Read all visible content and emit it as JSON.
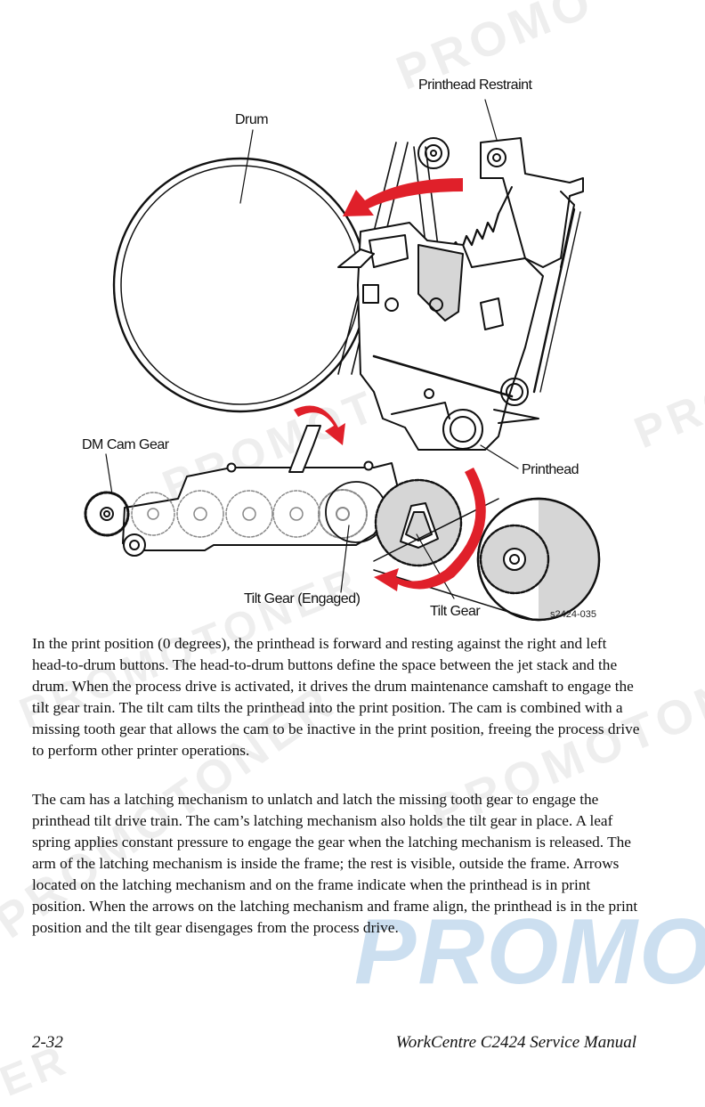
{
  "figure": {
    "labels": {
      "printhead_restraint": "Printhead Restraint",
      "drum": "Drum",
      "dm_cam_gear": "DM Cam Gear",
      "printhead": "Printhead",
      "tilt_gear_engaged": "Tilt Gear (Engaged)",
      "tilt_gear": "Tilt Gear"
    },
    "figure_code": "s2424-035",
    "arrow_color": "#e0202a",
    "gear_fill": "#d6d6d6"
  },
  "body": {
    "paragraphs": [
      "In the print position (0 degrees), the printhead is forward and resting against the right and left head-to-drum buttons. The head-to-drum buttons define the space between the jet stack and the drum. When the process drive is activated, it drives the drum maintenance camshaft to engage the tilt gear train. The tilt cam tilts the printhead into the print position. The cam is combined with a missing tooth gear that allows the cam to be inactive in the print position, freeing the process drive to perform other printer operations.",
      "The cam has a latching mechanism to unlatch and latch the missing tooth gear to engage the printhead tilt drive train. The cam’s latching mechanism also holds the tilt gear in place. A leaf spring applies constant pressure to engage the gear when the latching mechanism is released. The arm of the latching mechanism is inside the frame; the rest is visible, outside the frame. Arrows located on the latching mechanism and on the frame indicate when the printhead is in print position. When the arrows on the latching mechanism and frame align, the printhead is in the print position and the tilt gear disengages from the process drive."
    ]
  },
  "footer": {
    "page_number": "2-32",
    "manual_title": "WorkCentre C2424 Service Manual"
  },
  "watermark": {
    "text_1": "PROMO",
    "text_2": "PROMOTONER",
    "text_3": "PROMOTONER",
    "text_4": "PROMOTONER",
    "text_5": "PROMOTONER",
    "text_6": "PROMOTONER",
    "text_7": "PROMOT",
    "text_8": "ER",
    "color": "#7aaad6"
  }
}
